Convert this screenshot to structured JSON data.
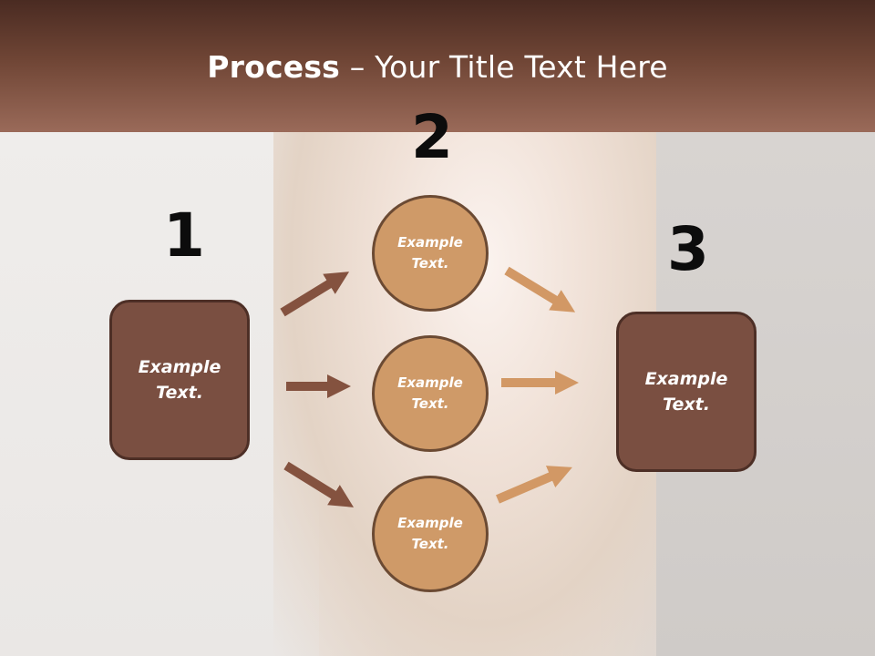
{
  "title": {
    "bold": "Process",
    "rest": " – Your Title Text Here"
  },
  "steps": {
    "one": "1",
    "two": "2",
    "three": "3"
  },
  "left_box": {
    "line1": "Example",
    "line2": "Text."
  },
  "circles": [
    {
      "line1": "Example",
      "line2": "Text."
    },
    {
      "line1": "Example",
      "line2": "Text."
    },
    {
      "line1": "Example",
      "line2": "Text."
    }
  ],
  "right_box": {
    "line1": "Example",
    "line2": "Text."
  },
  "colors": {
    "header": "#6f4535",
    "box_fill": "#7a4f41",
    "circle_fill": "#cf9a68",
    "arrow_dark": "#84523f",
    "arrow_light": "#d29865"
  }
}
